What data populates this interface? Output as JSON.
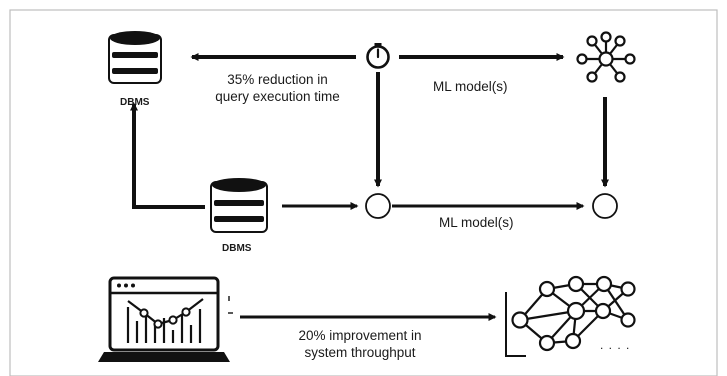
{
  "nodes": {
    "dbms_top": {
      "label": "DBMS",
      "icon": "database-icon"
    },
    "dbms_bottom": {
      "label": "DBMS",
      "icon": "database-icon"
    },
    "timer": {
      "icon": "clock-icon"
    },
    "network_top": {
      "icon": "network-hub-icon"
    },
    "laptop": {
      "icon": "laptop-chart-icon"
    },
    "network_bottom": {
      "icon": "neural-network-icon",
      "ellipsis": ". . . ."
    }
  },
  "edges": {
    "timer_to_dbms": {
      "label": "35% reduction in\nquery execution time"
    },
    "timer_to_network": {
      "label": "ML model(s)"
    },
    "bottom_ml": {
      "label": "ML model(s)"
    },
    "laptop_to_network": {
      "label": "20% improvement in\nsystem throughput"
    }
  },
  "colors": {
    "stroke": "#111111",
    "frame": "#bdbdbd",
    "background": "#ffffff"
  }
}
